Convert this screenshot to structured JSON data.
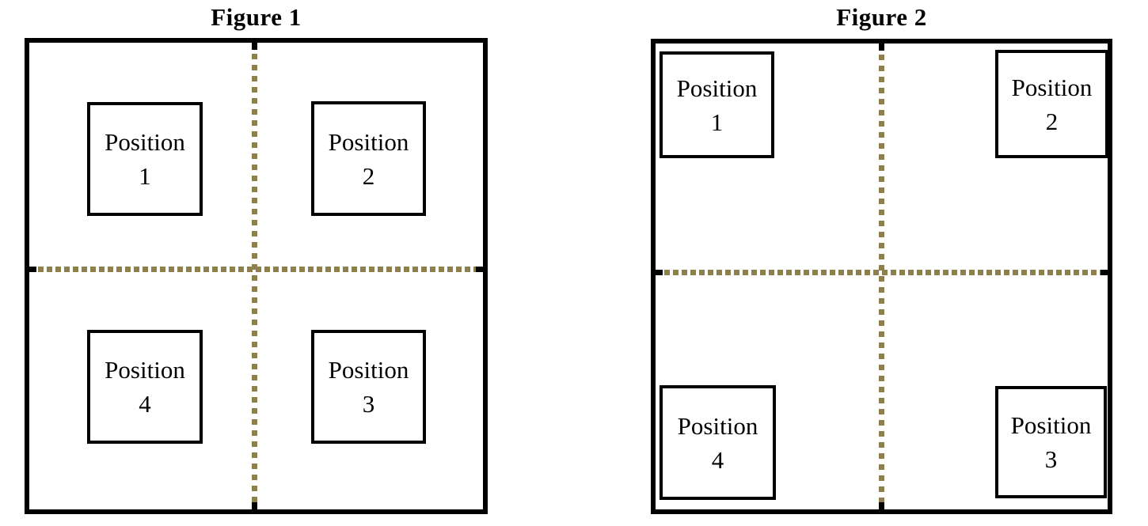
{
  "figures": [
    {
      "title": "Figure 1",
      "positions": [
        {
          "label": "Position",
          "number": "1"
        },
        {
          "label": "Position",
          "number": "2"
        },
        {
          "label": "Position",
          "number": "3"
        },
        {
          "label": "Position",
          "number": "4"
        }
      ]
    },
    {
      "title": "Figure 2",
      "positions": [
        {
          "label": "Position",
          "number": "1"
        },
        {
          "label": "Position",
          "number": "2"
        },
        {
          "label": "Position",
          "number": "3"
        },
        {
          "label": "Position",
          "number": "4"
        }
      ]
    }
  ],
  "colors": {
    "divider_dots": "#8e804d",
    "frame_border": "#000000",
    "text": "#000000",
    "background": "#ffffff"
  }
}
